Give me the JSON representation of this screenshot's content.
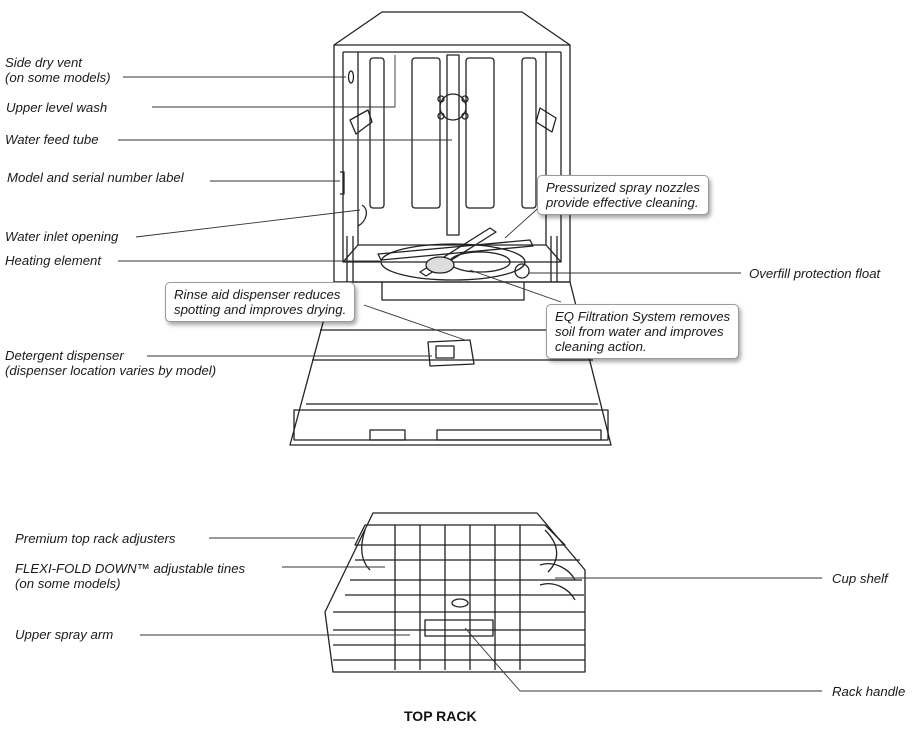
{
  "labels": {
    "side_dry_vent": "Side dry vent",
    "side_dry_vent_note": "(on some models)",
    "upper_level_wash": "Upper level wash",
    "water_feed_tube": "Water feed tube",
    "model_serial_label": "Model and serial number label",
    "water_inlet_opening": "Water inlet opening",
    "heating_element": "Heating element",
    "detergent_dispenser": "Detergent dispenser",
    "detergent_dispenser_note": "(dispenser location varies by model)",
    "overfill_float": "Overfill protection float",
    "premium_adjusters": "Premium top rack adjusters",
    "flexi_fold": "FLEXI-FOLD DOWN™ adjustable tines",
    "flexi_fold_note": "(on some models)",
    "upper_spray_arm": "Upper spray arm",
    "cup_shelf": "Cup shelf",
    "rack_handle": "Rack  handle"
  },
  "callouts": {
    "spray_nozzles": [
      "Pressurized spray nozzles",
      "provide effective cleaning."
    ],
    "rinse_aid": [
      "Rinse aid dispenser reduces",
      "spotting and improves drying."
    ],
    "eq_filtration": [
      "EQ Filtration System removes",
      "soil from water and improves",
      "cleaning action."
    ]
  },
  "caption": "TOP RACK"
}
